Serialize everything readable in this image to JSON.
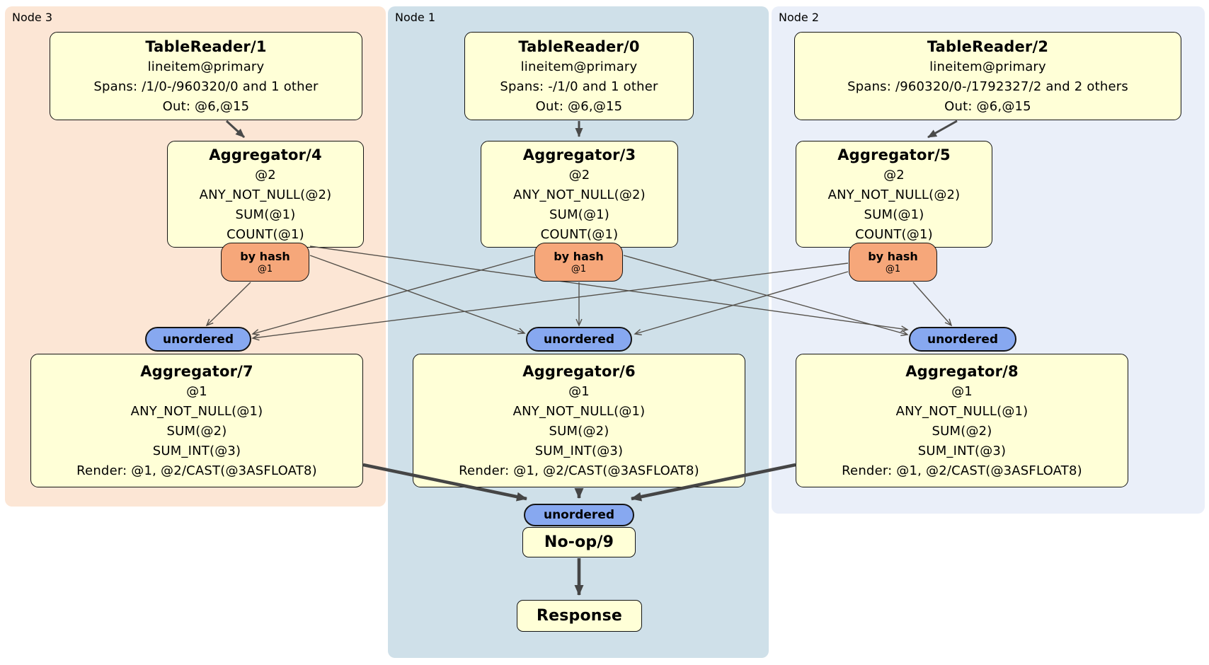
{
  "panels": {
    "node3": {
      "label": "Node 3"
    },
    "node1": {
      "label": "Node 1"
    },
    "node2": {
      "label": "Node 2"
    }
  },
  "processors": {
    "tablereader1": {
      "title": "TableReader/1",
      "lines": [
        "lineitem@primary",
        "Spans: /1/0-/960320/0 and 1 other",
        "Out: @6,@15"
      ]
    },
    "tablereader0": {
      "title": "TableReader/0",
      "lines": [
        "lineitem@primary",
        "Spans: -/1/0 and 1 other",
        "Out: @6,@15"
      ]
    },
    "tablereader2": {
      "title": "TableReader/2",
      "lines": [
        "lineitem@primary",
        "Spans: /960320/0-/1792327/2 and 2 others",
        "Out: @6,@15"
      ]
    },
    "aggregator4": {
      "title": "Aggregator/4",
      "lines": [
        "@2",
        "ANY_NOT_NULL(@2)",
        "SUM(@1)",
        "COUNT(@1)"
      ]
    },
    "aggregator3": {
      "title": "Aggregator/3",
      "lines": [
        "@2",
        "ANY_NOT_NULL(@2)",
        "SUM(@1)",
        "COUNT(@1)"
      ]
    },
    "aggregator5": {
      "title": "Aggregator/5",
      "lines": [
        "@2",
        "ANY_NOT_NULL(@2)",
        "SUM(@1)",
        "COUNT(@1)"
      ]
    },
    "aggregator7": {
      "title": "Aggregator/7",
      "lines": [
        "@1",
        "ANY_NOT_NULL(@1)",
        "SUM(@2)",
        "SUM_INT(@3)",
        "Render: @1, @2/CAST(@3ASFLOAT8)"
      ]
    },
    "aggregator6": {
      "title": "Aggregator/6",
      "lines": [
        "@1",
        "ANY_NOT_NULL(@1)",
        "SUM(@2)",
        "SUM_INT(@3)",
        "Render: @1, @2/CAST(@3ASFLOAT8)"
      ]
    },
    "aggregator8": {
      "title": "Aggregator/8",
      "lines": [
        "@1",
        "ANY_NOT_NULL(@1)",
        "SUM(@2)",
        "SUM_INT(@3)",
        "Render: @1, @2/CAST(@3ASFLOAT8)"
      ]
    },
    "noop9": {
      "title": "No-op/9"
    },
    "response": {
      "title": "Response"
    }
  },
  "streams": {
    "by_hash": {
      "label": "by hash",
      "detail": "@1"
    },
    "unordered": {
      "label": "unordered"
    }
  },
  "edges": [
    {
      "from": "TableReader/1",
      "to": "Aggregator/4"
    },
    {
      "from": "TableReader/0",
      "to": "Aggregator/3"
    },
    {
      "from": "TableReader/2",
      "to": "Aggregator/5"
    },
    {
      "from": "by hash @1 (Node 3)",
      "to": [
        "unordered (Node 3)",
        "unordered (Node 1)",
        "unordered (Node 2)"
      ]
    },
    {
      "from": "by hash @1 (Node 1)",
      "to": [
        "unordered (Node 3)",
        "unordered (Node 1)",
        "unordered (Node 2)"
      ]
    },
    {
      "from": "by hash @1 (Node 2)",
      "to": [
        "unordered (Node 3)",
        "unordered (Node 1)",
        "unordered (Node 2)"
      ]
    },
    {
      "from": "Aggregator/7",
      "to": "unordered (final)"
    },
    {
      "from": "Aggregator/6",
      "to": "unordered (final)"
    },
    {
      "from": "Aggregator/8",
      "to": "unordered (final)"
    },
    {
      "from": "No-op/9",
      "to": "Response"
    }
  ],
  "colors": {
    "panel_node3": "#fce6d5",
    "panel_node1": "#cfe0e9",
    "panel_node2": "#eaeff9",
    "processor_fill": "#ffffd7",
    "hash_router_fill": "#f6a77a",
    "unordered_fill": "#87a8f0",
    "edge": "#4a4a4a"
  }
}
